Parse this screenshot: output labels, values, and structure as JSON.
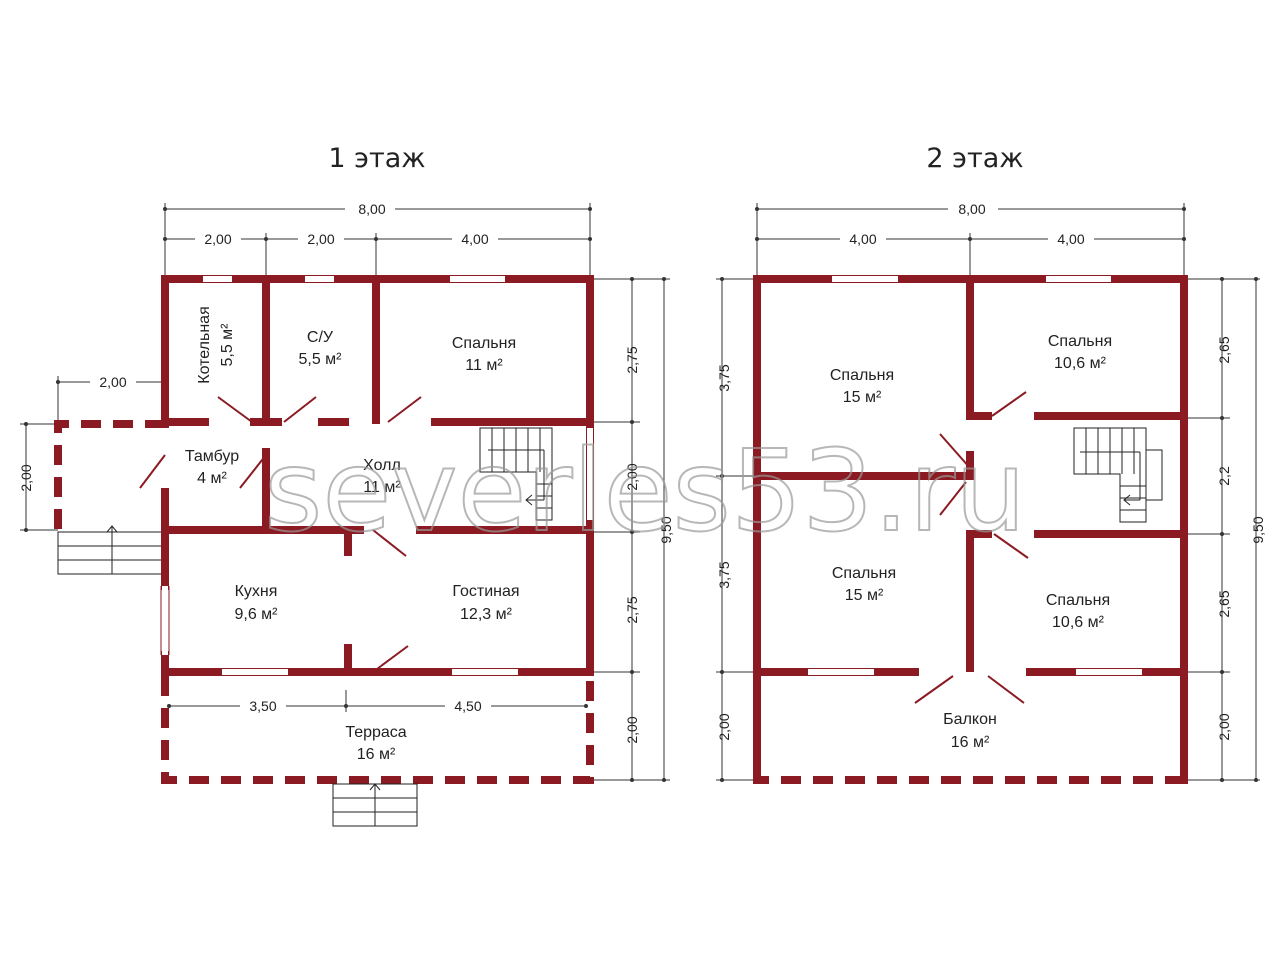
{
  "floors": [
    {
      "title": "1 этаж"
    },
    {
      "title": "2 этаж"
    }
  ],
  "watermark": "severles53.ru",
  "colors": {
    "wall": "#8b1a22",
    "text": "#222222",
    "background": "#ffffff"
  },
  "floor1": {
    "dims": {
      "total_width": "8,00",
      "top_a": "2,00",
      "top_b": "2,00",
      "top_c": "4,00",
      "porch_width": "2,00",
      "porch_depth": "2,00",
      "right_1": "2,75",
      "right_2": "2,00",
      "right_3": "2,75",
      "right_4": "2,00",
      "total_height": "9,50",
      "bottom_a": "3,50",
      "bottom_b": "4,50"
    },
    "rooms": [
      {
        "name": "Котельная",
        "area": "5,5 м²"
      },
      {
        "name": "С/У",
        "area": "5,5 м²"
      },
      {
        "name": "Спальня",
        "area": "11 м²"
      },
      {
        "name": "Тамбур",
        "area": "4 м²"
      },
      {
        "name": "Холл",
        "area": "11 м²"
      },
      {
        "name": "Кухня",
        "area": "9,6 м²"
      },
      {
        "name": "Гостиная",
        "area": "12,3 м²"
      },
      {
        "name": "Терраса",
        "area": "16 м²"
      }
    ]
  },
  "floor2": {
    "dims": {
      "total_width": "8,00",
      "top_a": "4,00",
      "top_b": "4,00",
      "left_1": "3,75",
      "left_2": "3,75",
      "left_3": "2,00",
      "right_1": "2,65",
      "right_2": "2,2",
      "right_3": "2,65",
      "right_4": "2,00",
      "total_height": "9,50"
    },
    "rooms": [
      {
        "name": "Спальня",
        "area": "15 м²"
      },
      {
        "name": "Спальня",
        "area": "10,6 м²"
      },
      {
        "name": "Спальня",
        "area": "15 м²"
      },
      {
        "name": "Спальня",
        "area": "10,6 м²"
      },
      {
        "name": "Балкон",
        "area": "16 м²"
      }
    ]
  }
}
